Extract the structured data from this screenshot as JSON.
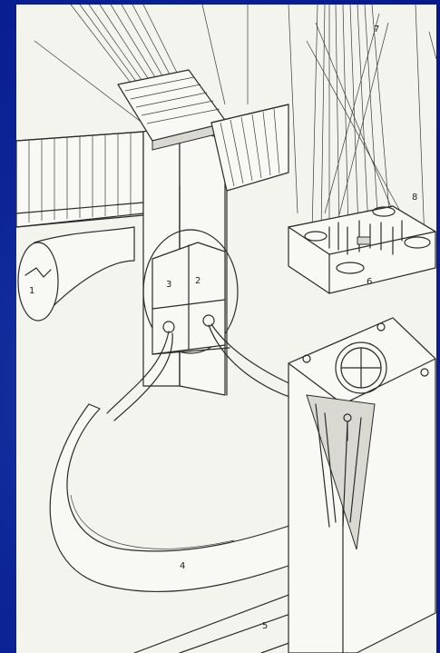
{
  "labels": {
    "l1": "1",
    "l2": "2",
    "l3": "3",
    "l4": "4",
    "l5": "5",
    "l6": "6",
    "l7": "7",
    "l8": "8"
  },
  "colors": {
    "background": "#08209a",
    "paper": "#f4f4ef",
    "ink": "#2a2a2a"
  }
}
